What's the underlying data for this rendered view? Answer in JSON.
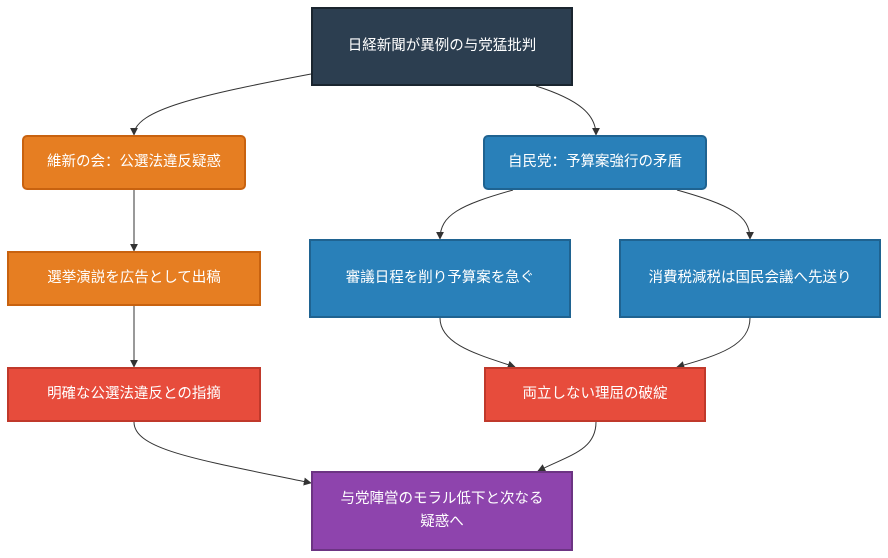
{
  "diagram": {
    "type": "flowchart",
    "nodes": {
      "root": {
        "label": "日経新聞が異例の与党猛批判",
        "color": "#2c3e50"
      },
      "ishin": {
        "label": "維新の会：公選法違反疑惑",
        "color": "#e67e22"
      },
      "jimin": {
        "label": "自民党：予算案強行の矛盾",
        "color": "#2980b9"
      },
      "ad": {
        "label": "選挙演説を広告として出稿",
        "color": "#e67e22"
      },
      "shingi": {
        "label": "審議日程を削り予算案を急ぐ",
        "color": "#2980b9"
      },
      "tax": {
        "label": "消費税減税は国民会議へ先送り",
        "color": "#2980b9"
      },
      "violation": {
        "label": "明確な公選法違反との指摘",
        "color": "#e74c3c"
      },
      "logic": {
        "label": "両立しない理屈の破綻",
        "color": "#e74c3c"
      },
      "result": {
        "label": "与党陣営のモラル低下と次なる疑惑へ",
        "color": "#8e44ad"
      }
    },
    "edges": [
      {
        "from": "root",
        "to": "ishin"
      },
      {
        "from": "root",
        "to": "jimin"
      },
      {
        "from": "ishin",
        "to": "ad"
      },
      {
        "from": "jimin",
        "to": "shingi"
      },
      {
        "from": "jimin",
        "to": "tax"
      },
      {
        "from": "ad",
        "to": "violation"
      },
      {
        "from": "shingi",
        "to": "logic"
      },
      {
        "from": "tax",
        "to": "logic"
      },
      {
        "from": "violation",
        "to": "result"
      },
      {
        "from": "logic",
        "to": "result"
      }
    ]
  }
}
